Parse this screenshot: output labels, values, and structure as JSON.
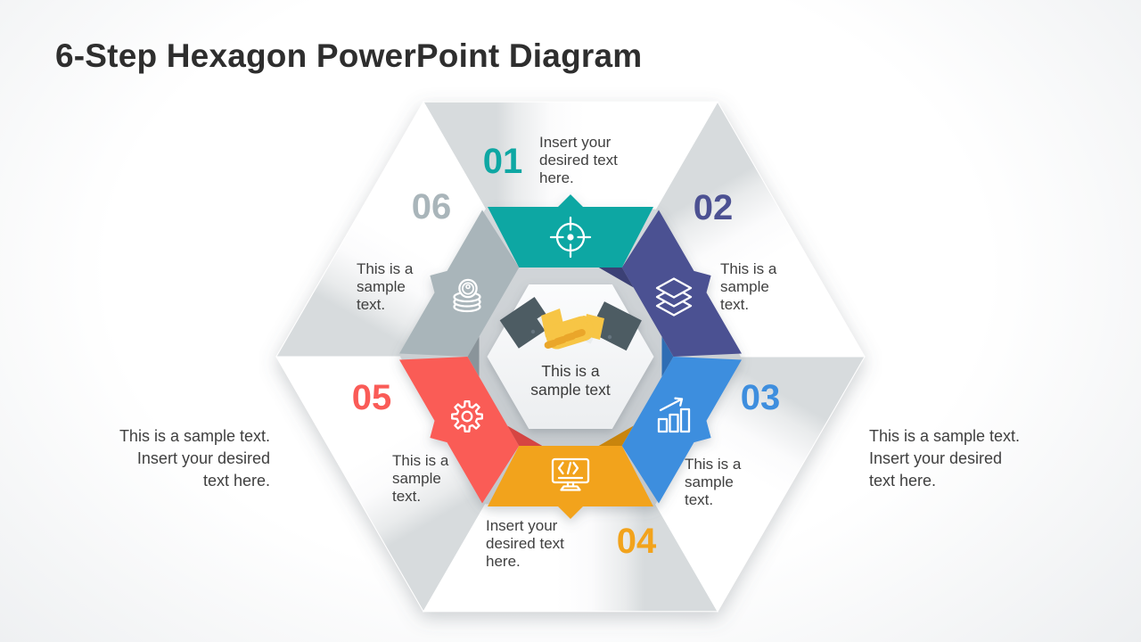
{
  "title": "6-Step Hexagon PowerPoint Diagram",
  "steps": [
    {
      "number": "01",
      "color": "#0EA7A3",
      "dark_color": "#0B8481",
      "icon": "target-icon",
      "text_lines": [
        "Insert your",
        "desired text",
        "here."
      ]
    },
    {
      "number": "02",
      "color": "#4C5192",
      "dark_color": "#3A3F74",
      "icon": "layers-icon",
      "text_lines": [
        "This is a",
        "sample",
        "text."
      ]
    },
    {
      "number": "03",
      "color": "#3E8EDE",
      "dark_color": "#2D6DB4",
      "icon": "growth-chart-icon",
      "text_lines": [
        "This is a",
        "sample",
        "text."
      ]
    },
    {
      "number": "04",
      "color": "#F2A31C",
      "dark_color": "#C9850A",
      "icon": "monitor-code-icon",
      "text_lines": [
        "Insert your",
        "desired text",
        "here."
      ]
    },
    {
      "number": "05",
      "color": "#FA5B57",
      "dark_color": "#D64542",
      "icon": "gear-icon",
      "text_lines": [
        "This is a",
        "sample",
        "text."
      ]
    },
    {
      "number": "06",
      "color": "#A9B5BA",
      "dark_color": "#8A949A",
      "icon": "coins-icon",
      "text_lines": [
        "This is a",
        "sample",
        "text."
      ]
    }
  ],
  "center": {
    "icon": "handshake-icon",
    "label_lines": [
      "This is a",
      "sample text"
    ],
    "icon_colors": {
      "sleeve": "#4E5B64",
      "sleeve_dot": "#66757F",
      "cuff": "#E9EDEE",
      "hand": "#F7C544",
      "finger": "#EAA62C"
    }
  },
  "side_texts": {
    "left_lines": [
      "This is a sample text.",
      "Insert your desired",
      "text here."
    ],
    "right_lines": [
      "This is a sample text.",
      "Insert your desired",
      "text here."
    ]
  },
  "colors": {
    "ring_top": "#D4D8DB",
    "ring_bottom": "#C2C7CB",
    "center_hex_top": "#FBFCFD",
    "center_hex_bottom": "#ECEEF0",
    "section_shadow": "#D7DBDD",
    "section_mid": "#E9EBEC",
    "section_light": "#FBFBFC",
    "icon_stroke": "#FFFFFF"
  }
}
